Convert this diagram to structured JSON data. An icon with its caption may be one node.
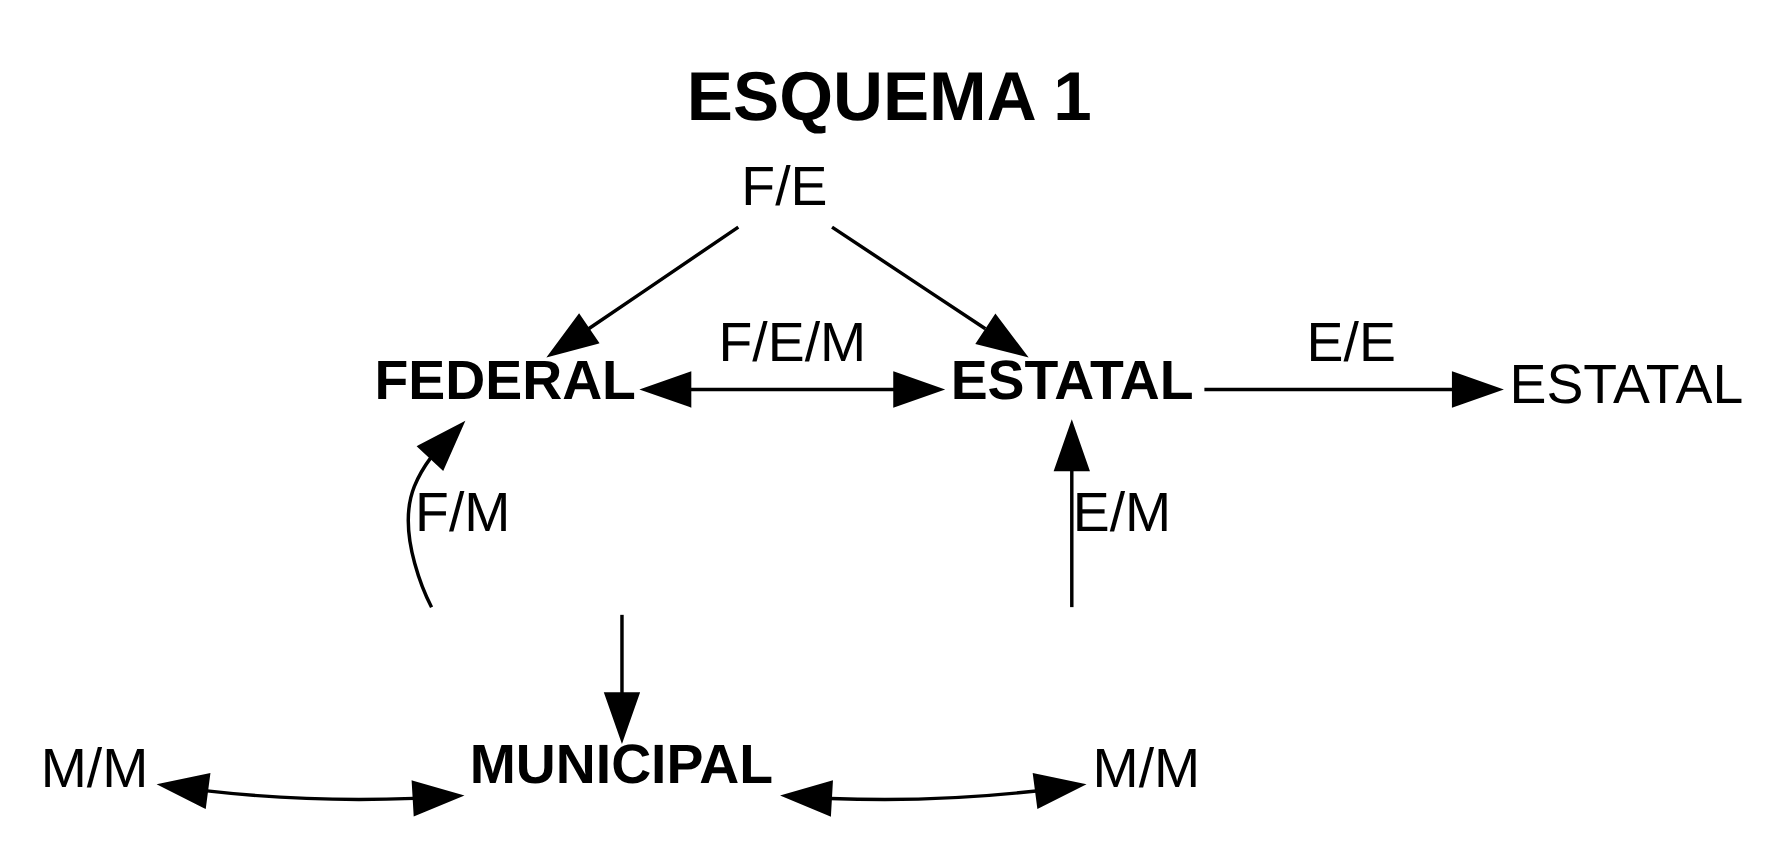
{
  "diagram": {
    "title": "ESQUEMA 1",
    "nodes": [
      {
        "text": [
          "F/E"
        ]
      },
      {
        "text": [
          "FEDERAL"
        ]
      },
      {
        "text": [
          "ESTATAL"
        ]
      },
      {
        "text": [
          "ESTATAL"
        ]
      },
      {
        "text": [
          "M/M"
        ]
      },
      {
        "text": [
          "MUNICIPAL"
        ]
      },
      {
        "text": [
          "M/M"
        ]
      }
    ],
    "edges": [
      {
        "from": 0,
        "to": 1,
        "arrow": "to"
      },
      {
        "from": 0,
        "to": 2,
        "arrow": "to"
      },
      {
        "from": 1,
        "to": 2,
        "arrow": "both",
        "label": "F/E/M"
      },
      {
        "from": null,
        "to": 5,
        "arrow": "to"
      },
      {
        "from": 2,
        "to": 3,
        "arrow": "to",
        "label": "E/E"
      },
      {
        "from": null,
        "to": 1,
        "arrow": "to",
        "label": "F/M"
      },
      {
        "from": 4,
        "to": 5,
        "arrow": "both"
      },
      {
        "from": null,
        "to": 2,
        "arrow": "to",
        "label": "E/M"
      },
      {
        "from": 5,
        "to": 6,
        "arrow": "both"
      }
    ]
  }
}
